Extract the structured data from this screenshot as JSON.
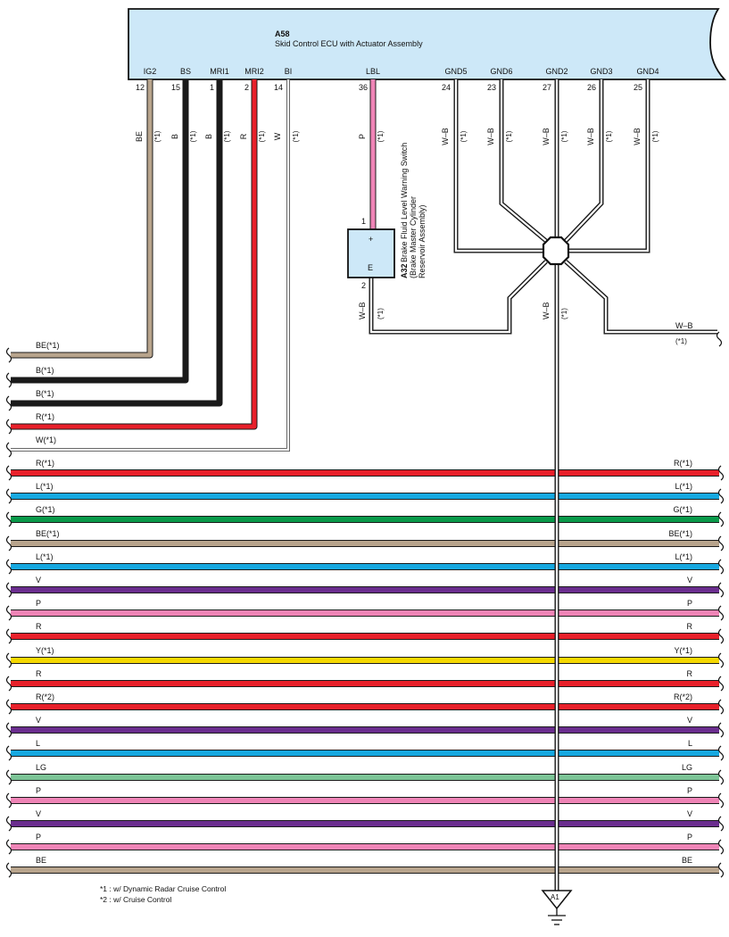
{
  "ecu": {
    "code": "A58",
    "name": "Skid Control ECU with Actuator Assembly"
  },
  "ecu_pins": [
    {
      "label": "IG2",
      "num": "12",
      "wire": "BE",
      "note": "(*1)"
    },
    {
      "label": "BS",
      "num": "15",
      "wire": "B",
      "note": "(*1)"
    },
    {
      "label": "MRI1",
      "num": "1",
      "wire": "B",
      "note": "(*1)"
    },
    {
      "label": "MRI2",
      "num": "2",
      "wire": "R",
      "note": "(*1)"
    },
    {
      "label": "BI",
      "num": "14",
      "wire": "W",
      "note": "(*1)"
    },
    {
      "label": "LBL",
      "num": "36",
      "wire": "P",
      "note": "(*1)"
    },
    {
      "label": "GND5",
      "num": "24",
      "wire": "W–B",
      "note": "(*1)"
    },
    {
      "label": "GND6",
      "num": "23",
      "wire": "W–B",
      "note": "(*1)"
    },
    {
      "label": "GND2",
      "num": "27",
      "wire": "W–B",
      "note": "(*1)"
    },
    {
      "label": "GND3",
      "num": "26",
      "wire": "W–B",
      "note": "(*1)"
    },
    {
      "label": "GND4",
      "num": "25",
      "wire": "W–B",
      "note": "(*1)"
    }
  ],
  "switch": {
    "code": "A32",
    "name": "Brake Fluid Level Warning Switch",
    "sub1": "(Brake Master Cylinder",
    "sub2": "Reservoir Assembly)",
    "plus": "+",
    "e": "E",
    "pin_top": "1",
    "pin_bottom": "2",
    "bottom_wire": "W–B",
    "bottom_note": "(*1)"
  },
  "ground_wire": {
    "wire": "W–B",
    "note": "(*1)"
  },
  "right_branch": {
    "wire": "W–B",
    "note": "(*1)"
  },
  "left_wires": [
    {
      "label": "BE(*1)",
      "color": "#b8a48c"
    },
    {
      "label": "B(*1)",
      "color": "#1a1a1a"
    },
    {
      "label": "B(*1)",
      "color": "#1a1a1a"
    },
    {
      "label": "R(*1)",
      "color": "#e8202a"
    },
    {
      "label": "W(*1)",
      "color": "#ffffff"
    }
  ],
  "through_wires": [
    {
      "label": "R(*1)",
      "color": "#e8202a"
    },
    {
      "label": "L(*1)",
      "color": "#16a8e0"
    },
    {
      "label": "G(*1)",
      "color": "#0a9a4a"
    },
    {
      "label": "BE(*1)",
      "color": "#b8a48c"
    },
    {
      "label": "L(*1)",
      "color": "#16a8e0"
    },
    {
      "label": "V",
      "color": "#6a2d8e"
    },
    {
      "label": "P",
      "color": "#ef84b6"
    },
    {
      "label": "R",
      "color": "#e8202a"
    },
    {
      "label": "Y(*1)",
      "color": "#f5d800"
    },
    {
      "label": "R",
      "color": "#e8202a"
    },
    {
      "label": "R(*2)",
      "color": "#e8202a"
    },
    {
      "label": "V",
      "color": "#6a2d8e"
    },
    {
      "label": "L",
      "color": "#16a8e0"
    },
    {
      "label": "LG",
      "color": "#7cc496"
    },
    {
      "label": "P",
      "color": "#ef84b6"
    },
    {
      "label": "V",
      "color": "#6a2d8e"
    },
    {
      "label": "P",
      "color": "#ef84b6"
    },
    {
      "label": "BE",
      "color": "#b8a48c"
    }
  ],
  "ground_point": {
    "code": "A1"
  },
  "notes": [
    "*1 : w/ Dynamic Radar Cruise Control",
    "*2 : w/ Cruise Control"
  ],
  "colors": {
    "ecu_fill": "#cde8f8",
    "switch_fill": "#cde8f8",
    "black": "#1a1a1a"
  }
}
